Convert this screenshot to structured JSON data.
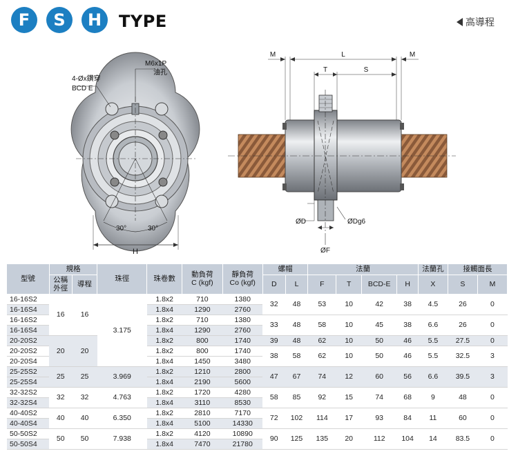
{
  "header": {
    "badges": [
      "F",
      "S",
      "H"
    ],
    "type_word": "TYPE",
    "lead_label": "高導程"
  },
  "drawing": {
    "label_hole": "4-Øx鑽穿",
    "label_bcd": "BCD E",
    "label_oil": "M6x1P",
    "label_oil_sub": "油孔",
    "label_angle1": "30°",
    "label_angle2": "30°",
    "label_h": "H",
    "label_m_left": "M",
    "label_l": "L",
    "label_m_right": "M",
    "label_t": "T",
    "label_s": "S",
    "label_d": "ØD",
    "label_dg6": "ØDg6",
    "label_f": "ØF"
  },
  "table": {
    "headers": {
      "model": "型號",
      "spec": "規格",
      "nominal": "公稱\n外徑",
      "lead": "導程",
      "ball": "珠徑",
      "turns": "珠卷數",
      "dyn": "動負荷",
      "dyn_unit": "C (kgf)",
      "sta": "靜負荷",
      "sta_unit": "Co (kgf)",
      "nut": "螺帽",
      "flange": "法蘭",
      "flange_hole": "法蘭孔",
      "contact": "接觸面長",
      "D": "D",
      "L": "L",
      "F": "F",
      "T": "T",
      "BCD": "BCD-E",
      "H": "H",
      "X": "X",
      "S": "S",
      "M": "M"
    },
    "rows": [
      {
        "model": "16-16S2",
        "turns": "1.8x2",
        "c": "710",
        "co": "1380"
      },
      {
        "model": "16-16S4",
        "turns": "1.8x4",
        "c": "1290",
        "co": "2760"
      },
      {
        "model": "16-16S2",
        "turns": "1.8x2",
        "c": "710",
        "co": "1380"
      },
      {
        "model": "16-16S4",
        "turns": "1.8x4",
        "c": "1290",
        "co": "2760"
      },
      {
        "model": "20-20S2",
        "turns": "1.8x2",
        "c": "800",
        "co": "1740"
      },
      {
        "model": "20-20S2",
        "turns": "1.8x2",
        "c": "800",
        "co": "1740"
      },
      {
        "model": "20-20S4",
        "turns": "1.8x4",
        "c": "1450",
        "co": "3480"
      },
      {
        "model": "25-25S2",
        "turns": "1.8x2",
        "c": "1210",
        "co": "2800"
      },
      {
        "model": "25-25S4",
        "turns": "1.8x4",
        "c": "2190",
        "co": "5600"
      },
      {
        "model": "32-32S2",
        "turns": "1.8x2",
        "c": "1720",
        "co": "4280"
      },
      {
        "model": "32-32S4",
        "turns": "1.8x4",
        "c": "3110",
        "co": "8530"
      },
      {
        "model": "40-40S2",
        "turns": "1.8x2",
        "c": "2810",
        "co": "7170"
      },
      {
        "model": "40-40S4",
        "turns": "1.8x4",
        "c": "5100",
        "co": "14330"
      },
      {
        "model": "50-50S2",
        "turns": "1.8x2",
        "c": "4120",
        "co": "10890"
      },
      {
        "model": "50-50S4",
        "turns": "1.8x4",
        "c": "7470",
        "co": "21780"
      }
    ],
    "size_groups": [
      {
        "nominal": "16",
        "lead": "16"
      },
      {
        "nominal": "20",
        "lead": "20"
      },
      {
        "nominal": "25",
        "lead": "25"
      },
      {
        "nominal": "32",
        "lead": "32"
      },
      {
        "nominal": "40",
        "lead": "40"
      },
      {
        "nominal": "50",
        "lead": "50"
      }
    ],
    "ball_groups": [
      "3.175",
      "3.969",
      "4.763",
      "6.350",
      "7.938"
    ],
    "dim_groups": [
      {
        "D": "32",
        "L": "48",
        "F": "53",
        "T": "10",
        "BCD": "42",
        "H": "38",
        "X": "4.5",
        "S": "26",
        "M": "0"
      },
      {
        "D": "33",
        "L": "48",
        "F": "58",
        "T": "10",
        "BCD": "45",
        "H": "38",
        "X": "6.6",
        "S": "26",
        "M": "0"
      },
      {
        "D": "39",
        "L": "48",
        "F": "62",
        "T": "10",
        "BCD": "50",
        "H": "46",
        "X": "5.5",
        "S": "27.5",
        "M": "0"
      },
      {
        "D": "38",
        "L": "58",
        "F": "62",
        "T": "10",
        "BCD": "50",
        "H": "46",
        "X": "5.5",
        "S": "32.5",
        "M": "3"
      },
      {
        "D": "47",
        "L": "67",
        "F": "74",
        "T": "12",
        "BCD": "60",
        "H": "56",
        "X": "6.6",
        "S": "39.5",
        "M": "3"
      },
      {
        "D": "58",
        "L": "85",
        "F": "92",
        "T": "15",
        "BCD": "74",
        "H": "68",
        "X": "9",
        "S": "48",
        "M": "0"
      },
      {
        "D": "72",
        "L": "102",
        "F": "114",
        "T": "17",
        "BCD": "93",
        "H": "84",
        "X": "11",
        "S": "60",
        "M": "0"
      },
      {
        "D": "90",
        "L": "125",
        "F": "135",
        "T": "20",
        "BCD": "112",
        "H": "104",
        "X": "14",
        "S": "83.5",
        "M": "0"
      }
    ]
  }
}
